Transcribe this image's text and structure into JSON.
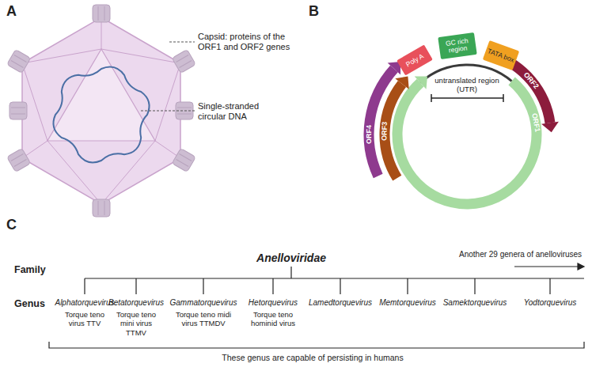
{
  "diagram": {
    "nodes": [
      {
        "text": [
          "Poly A"
        ]
      },
      {
        "text": [
          "GC rich region"
        ]
      },
      {
        "text": [
          "TATA box"
        ]
      }
    ],
    "labels": [
      "A",
      "Capsid: proteins of the ORF1 and ORF2 genes",
      "Single-stranded circular DNA",
      "B",
      "ORF2",
      "ORF1",
      "ORF3",
      "ORF4",
      "untranslated region (UTR)",
      "C",
      "Family",
      "Anelloviridae",
      "Another 29 genera of anelloviruses",
      "Genus",
      "Alphatorquevirus",
      "Betatorquevirus",
      "Gammatorquevirus",
      "Hetorquevirus",
      "Lamedtorquevirus",
      "Memtorquevirus",
      "Samektorquevirus",
      "Yodtorquevirus",
      "Torque teno virus TTV",
      "Torque teno mini virus TTMV",
      "Torque teno midi virus TTMDV",
      "Torque teno hominid virus",
      "These genus are capable of persisting in humans"
    ]
  }
}
